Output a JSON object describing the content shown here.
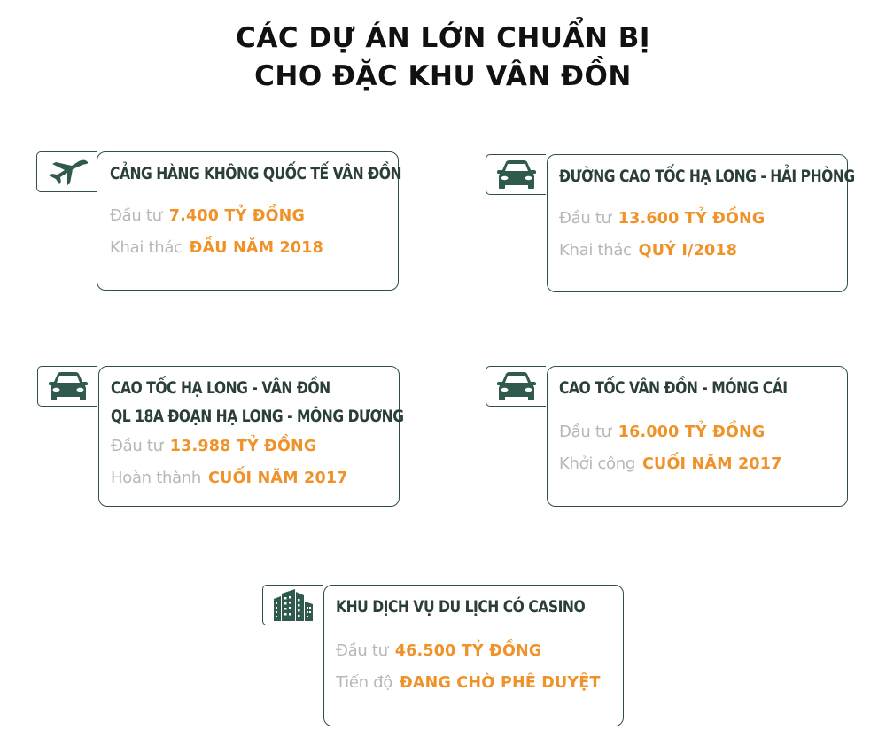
{
  "title": {
    "line1": "CÁC DỰ ÁN LỚN CHUẨN BỊ",
    "line2": "CHO ĐẶC KHU VÂN ĐỒN"
  },
  "colors": {
    "heading": "#2b3f3a",
    "border": "#2f4f47",
    "icon": "#2f5a4d",
    "label": "#b7b7b7",
    "value": "#f0922a"
  },
  "projects": [
    {
      "icon": "airplane-icon",
      "heading_lines": [
        "CẢNG HÀNG KHÔNG QUỐC TẾ VÂN ĐỒN"
      ],
      "rows": [
        {
          "label": "Đầu tư",
          "value": "7.400 TỶ ĐỒNG"
        },
        {
          "label": "Khai thác",
          "value": "ĐẦU NĂM 2018"
        }
      ]
    },
    {
      "icon": "car-icon",
      "heading_lines": [
        "ĐƯỜNG CAO TỐC HẠ LONG - HẢI PHÒNG"
      ],
      "rows": [
        {
          "label": "Đầu tư",
          "value": "13.600 TỶ ĐỒNG"
        },
        {
          "label": "Khai thác",
          "value": "QUÝ I/2018"
        }
      ]
    },
    {
      "icon": "car-icon",
      "heading_lines": [
        "CAO TỐC HẠ LONG - VÂN ĐỒN",
        "QL 18A ĐOẠN HẠ LONG - MÔNG DƯƠNG"
      ],
      "rows": [
        {
          "label": "Đầu tư",
          "value": "13.988 TỶ ĐỒNG"
        },
        {
          "label": "Hoàn thành",
          "value": "CUỐI NĂM 2017"
        }
      ]
    },
    {
      "icon": "car-icon",
      "heading_lines": [
        "CAO TỐC VÂN ĐỒN - MÓNG CÁI"
      ],
      "rows": [
        {
          "label": "Đầu tư",
          "value": "16.000 TỶ ĐỒNG"
        },
        {
          "label": "Khởi công",
          "value": "CUỐI NĂM 2017"
        }
      ]
    },
    {
      "icon": "buildings-icon",
      "heading_lines": [
        "KHU DỊCH VỤ DU LỊCH CÓ CASINO"
      ],
      "rows": [
        {
          "label": "Đầu tư",
          "value": "46.500 TỶ ĐỒNG"
        },
        {
          "label": "Tiến độ",
          "value": "ĐANG CHỜ PHÊ DUYỆT"
        }
      ]
    }
  ]
}
